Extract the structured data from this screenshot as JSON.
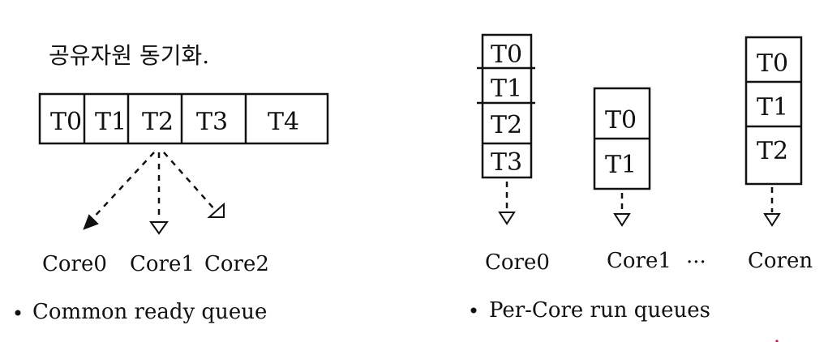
{
  "title": "공유자원 동기화.",
  "common_queue": {
    "cells": [
      "T0",
      "T1",
      "T2",
      "T3",
      "T4"
    ],
    "cores": [
      "Core0",
      "Core1",
      "Core2"
    ],
    "caption": "Common ready queue"
  },
  "per_core": {
    "queues": [
      {
        "cells": [
          "T0",
          "T1",
          "T2",
          "T3"
        ],
        "core": "Core0"
      },
      {
        "cells": [
          "T0",
          "T1"
        ],
        "core": "Core1"
      },
      {
        "cells": [
          "T0",
          "T1",
          "T2"
        ],
        "core": "Coren"
      }
    ],
    "ellipsis": "...",
    "caption": "Per-Core run queues"
  },
  "colors": {
    "ink": "#111111",
    "accent": "#e0004d"
  }
}
